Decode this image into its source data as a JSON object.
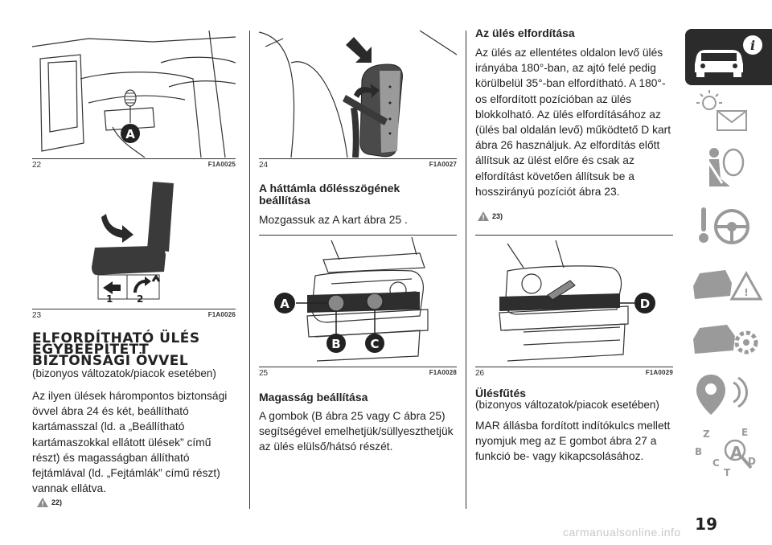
{
  "figures": {
    "f22": {
      "num": "22",
      "code": "F1A0025"
    },
    "f23": {
      "num": "23",
      "code": "F1A0026"
    },
    "f24": {
      "num": "24",
      "code": "F1A0027"
    },
    "f25": {
      "num": "25",
      "code": "F1A0028"
    },
    "f26": {
      "num": "26",
      "code": "F1A0029"
    }
  },
  "labels": {
    "a": "A",
    "b": "B",
    "c": "C",
    "d": "D",
    "one": "1",
    "two": "2"
  },
  "col1": {
    "heading_l1": "ELFORDÍTHATÓ ÜLÉS",
    "heading_l2": "EGYBEÉPÍTETT",
    "heading_l3": "BIZTONSÁGI ÖVVEL",
    "subtitle": "(bizonyos változatok/piacok esetében)",
    "body": "Az ilyen ülések hárompontos biztonsági övvel ábra 24 és két, beállítható kartámasszal (ld. a „Beállítható kartámaszokkal ellátott ülések” című részt) és magasságban állítható fejtámlával (ld. „Fejtámlák” című részt) vannak ellátva.",
    "warn": "22)"
  },
  "col2": {
    "heading_l1": "A háttámla dőlésszögének",
    "heading_l2": "beállítása",
    "body1": "Mozgassuk az A kart ábra 25 .",
    "heading2": "Magasság beállítása",
    "body2": "A gombok (B ábra 25 vagy C ábra 25) segítségével emelhetjük/süllyeszthetjük az ülés elülső/hátsó részét."
  },
  "col3": {
    "heading": "Az ülés elfordítása",
    "body": "Az ülés az ellentétes oldalon levő ülés irányába 180°-ban, az ajtó felé pedig körülbelül 35°-ban elfordítható. A 180°-os elfordított pozícióban az ülés blokkolható. Az ülés elfordításához az (ülés bal oldalán levő) működtető D kart ábra 26 használjuk. Az elfordítás előtt állítsuk az ülést előre és csak az elfordítást követően állítsuk be a hosszirányú pozíciót ábra 23.",
    "warn": "23)",
    "heading2": "Ülésfűtés",
    "subtitle2": "(bizonyos változatok/piacok esetében)",
    "body2": "MAR állásba fordított indítókulcs mellett nyomjuk meg az E gombot ábra 27 a funkció be- vagy kikapcsolásához."
  },
  "sidebar": {
    "tabs": [
      "car-info-icon",
      "warning-lights-icon",
      "safety-airbag-icon",
      "driving-wheel-icon",
      "emergency-icon",
      "maintenance-icon",
      "multimedia-icon",
      "index-icon"
    ],
    "index_letters": [
      "Z",
      "E",
      "B",
      "C",
      "A",
      "D",
      "T"
    ]
  },
  "page_number": "19",
  "watermark": "carmanualsonline.info",
  "colors": {
    "accent": "#2b2b2b",
    "icon_grey": "#9a9a9a"
  }
}
